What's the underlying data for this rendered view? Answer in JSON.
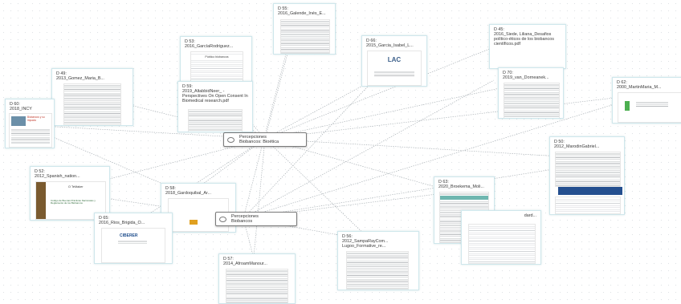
{
  "codes": [
    {
      "line1": "Percepciones",
      "line2": "Biobancos: Bioética"
    },
    {
      "line1": "Percepciones",
      "line2": "Biobancos"
    }
  ],
  "documents": [
    {
      "id": "D 55:",
      "title": "2016_Galende_Inés_E..."
    },
    {
      "id": "D 53:",
      "title": "2016_GarcíaRodriguez..."
    },
    {
      "id": "D 59:",
      "title": "2019_AltabbidNeer_ - Perspectives On Open Consent In Biomedical research.pdf"
    },
    {
      "id": "D 66:",
      "title": "2015_Garcia_Isabel_L..."
    },
    {
      "id": "D 45:",
      "title": "2016_Siede, Liliana_Desafios político-éticos de los biobancos científicos.pdf"
    },
    {
      "id": "D 70:",
      "title": "2019_van_Dorneanek..."
    },
    {
      "id": "D 62:",
      "title": "2000_MartinMaria_M..."
    },
    {
      "id": "D 49:",
      "title": "2013_Gomez_Maria_B..."
    },
    {
      "id": "D 60:",
      "title": "2018_INCY"
    },
    {
      "id": "D 52:",
      "title": "2012_Spanish_nation..."
    },
    {
      "id": "D 58:",
      "title": "2018_Gardoquibal_Ar..."
    },
    {
      "id": "D 65:",
      "title": "2016_Rios_Brigida_O..."
    },
    {
      "id": "D 50:",
      "title": "2012_MarodinGabriel..."
    },
    {
      "id": "D 63:",
      "title": "2020_Broekema_Moli..."
    },
    {
      "id": "D 56:",
      "title": "2012_SampaRayCom... Lugoo_Formative_re..."
    },
    {
      "id": "D 57:",
      "title": "2014_AfroamManour..."
    }
  ],
  "snippets": {
    "d53_thumb_head": "Público biobancos",
    "d60_thumb_head": "Biobancos y su impacto",
    "d52_thumb_brand": "O TeMaker",
    "d52_thumb_text": "Código de Buenas Prácticas Nacionales y Reglamento de los Biobancos",
    "d65_thumb_brand": "CIBERER",
    "d66_thumb_logo": "LAC",
    "partial_card_tail": "dard..."
  }
}
